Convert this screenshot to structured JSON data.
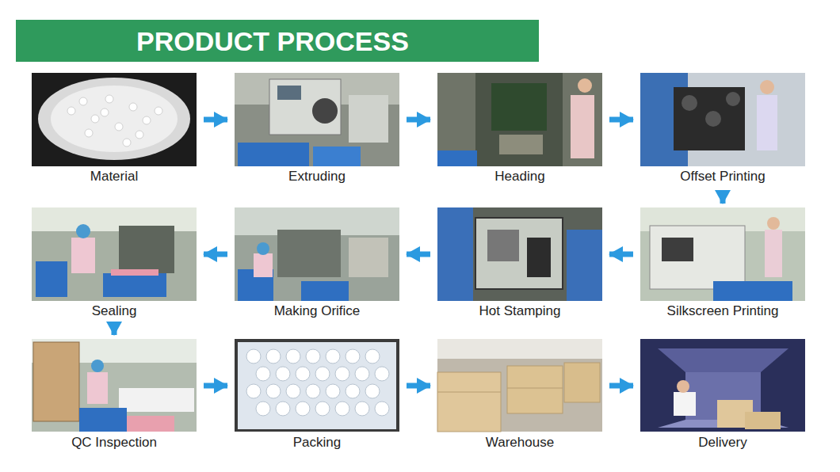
{
  "diagram": {
    "title": "PRODUCT PROCESS",
    "nodes": [
      {
        "text": [
          "Material"
        ]
      },
      {
        "text": [
          "Extruding"
        ]
      },
      {
        "text": [
          "Heading"
        ]
      },
      {
        "text": [
          "Offset Printing"
        ]
      },
      {
        "text": [
          "Silkscreen Printing"
        ]
      },
      {
        "text": [
          "Hot Stamping"
        ]
      },
      {
        "text": [
          "Making Orifice"
        ]
      },
      {
        "text": [
          "Sealing"
        ]
      },
      {
        "text": [
          "QC Inspection"
        ]
      },
      {
        "text": [
          "Packing"
        ]
      },
      {
        "text": [
          "Warehouse"
        ]
      },
      {
        "text": [
          "Delivery"
        ]
      }
    ],
    "edges": [
      {
        "from": 0,
        "to": 1,
        "arrow": "to"
      },
      {
        "from": 1,
        "to": 2,
        "arrow": "to"
      },
      {
        "from": 2,
        "to": 3,
        "arrow": "to"
      },
      {
        "from": 3,
        "to": 4,
        "arrow": "to"
      },
      {
        "from": 4,
        "to": 5,
        "arrow": "to"
      },
      {
        "from": 5,
        "to": 6,
        "arrow": "to"
      },
      {
        "from": 6,
        "to": 7,
        "arrow": "to"
      },
      {
        "from": 7,
        "to": 8,
        "arrow": "to"
      },
      {
        "from": 8,
        "to": 9,
        "arrow": "to"
      },
      {
        "from": 9,
        "to": 10,
        "arrow": "to"
      },
      {
        "from": 10,
        "to": 11,
        "arrow": "to"
      }
    ]
  }
}
